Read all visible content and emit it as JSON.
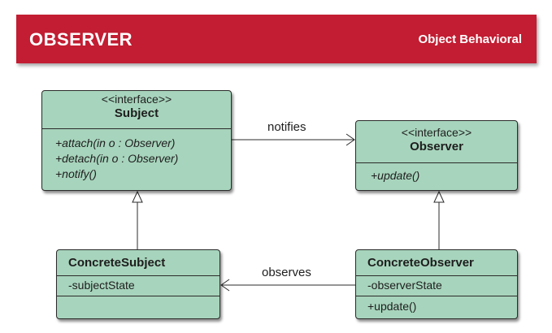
{
  "banner": {
    "title": "OBSERVER",
    "subtitle": "Object Behavioral",
    "color": "#c21d32"
  },
  "class_fill": "#a7d4bc",
  "subject": {
    "stereotype": "<<interface>>",
    "name": "Subject",
    "methods": [
      "+attach(in o : Observer)",
      "+detach(in o : Observer)",
      "+notify()"
    ]
  },
  "observer": {
    "stereotype": "<<interface>>",
    "name": "Observer",
    "methods": [
      "+update()"
    ]
  },
  "concrete_subject": {
    "name": "ConcreteSubject",
    "attributes": [
      "-subjectState"
    ]
  },
  "concrete_observer": {
    "name": "ConcreteObserver",
    "attributes": [
      "-observerState"
    ],
    "methods": [
      "+update()"
    ]
  },
  "edges": {
    "notifies": "notifies",
    "observes": "observes"
  }
}
